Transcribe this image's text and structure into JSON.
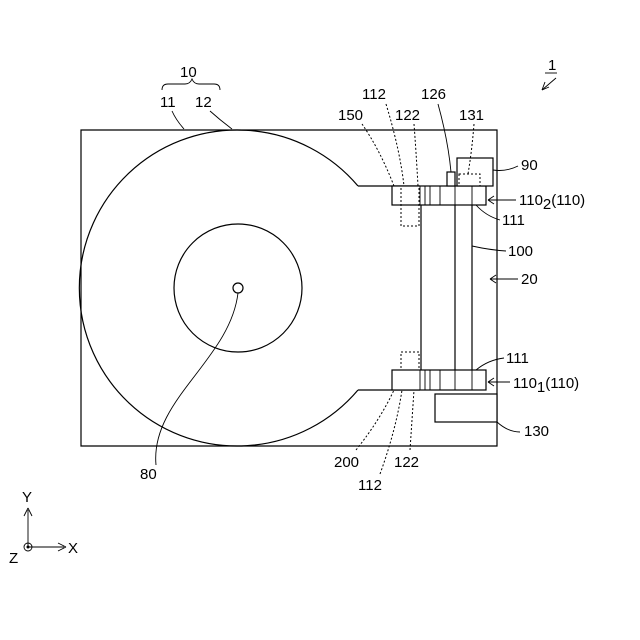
{
  "figure": {
    "labels": {
      "fig_number": "1",
      "housing_group": "10",
      "disk_a": "11",
      "disk_b": "12",
      "top_150": "150",
      "top_112": "112",
      "top_122": "122",
      "top_126": "126",
      "top_131": "131",
      "right_90": "90",
      "right_110_2_main": "110",
      "right_110_2_sub": "2",
      "right_110_2_paren": "(110)",
      "right_111_upper": "111",
      "right_100": "100",
      "right_20": "20",
      "right_111_lower": "111",
      "right_110_1_main": "110",
      "right_110_1_sub": "1",
      "right_110_1_paren": "(110)",
      "right_130": "130",
      "bottom_80": "80",
      "bottom_200": "200",
      "bottom_122": "122",
      "bottom_112": "112"
    },
    "axes": {
      "y": "Y",
      "x": "X",
      "z": "Z"
    }
  }
}
